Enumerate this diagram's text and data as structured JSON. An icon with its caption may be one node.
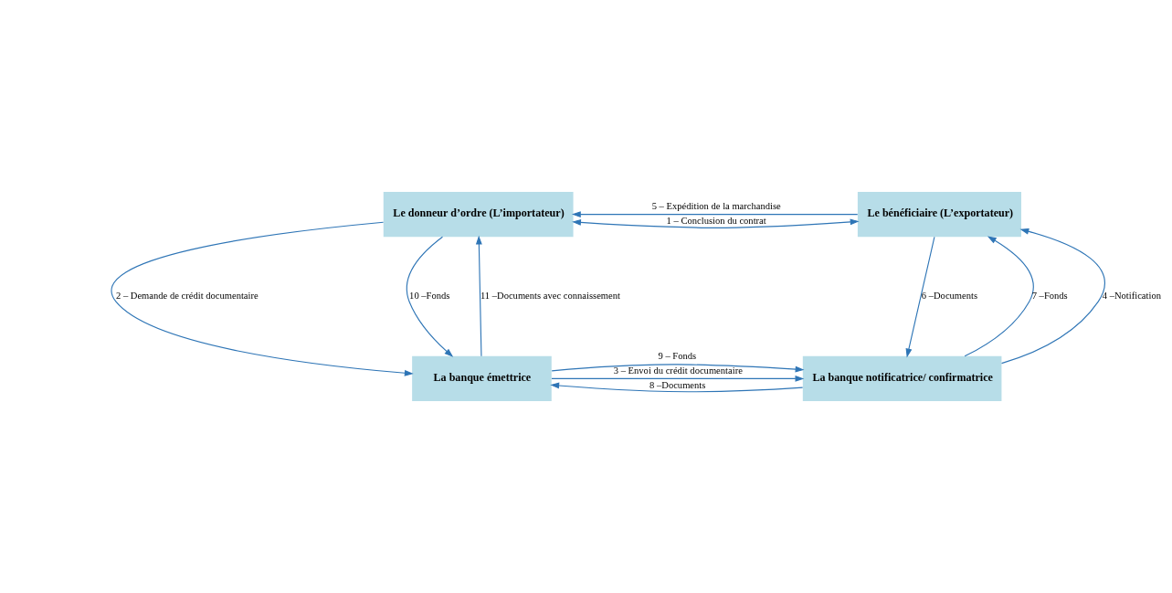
{
  "diagram": {
    "nodes": [
      {
        "text": [
          "Le donneur d’ordre (L’importateur)"
        ]
      },
      {
        "text": [
          "Le bénéficiaire (L’exportateur)"
        ]
      },
      {
        "text": [
          "La banque émettrice"
        ]
      },
      {
        "text": [
          "La banque notificatrice/ confirmatrice"
        ]
      }
    ],
    "edges": [
      {
        "from": 0,
        "to": 1,
        "arrow": "both",
        "label": "1 – Conclusion du contrat"
      },
      {
        "from": 1,
        "to": 0,
        "arrow": "to",
        "label": "5 – Expédition de la marchandise"
      },
      {
        "from": 0,
        "to": 2,
        "arrow": "to",
        "label": "2 – Demande de crédit documentaire"
      },
      {
        "from": 2,
        "to": 0,
        "arrow": "to",
        "label": "11 –Documents avec connaissement"
      },
      {
        "from": 0,
        "to": 2,
        "arrow": "to",
        "label": "10 –Fonds"
      },
      {
        "from": 3,
        "to": 1,
        "arrow": "to",
        "label": "7 –Fonds"
      },
      {
        "from": 1,
        "to": 3,
        "arrow": "to",
        "label": "6 –Documents"
      },
      {
        "from": 3,
        "to": 1,
        "arrow": "to",
        "label": "4 –Notification"
      },
      {
        "from": 2,
        "to": 3,
        "arrow": "to",
        "label": "9 – Fonds"
      },
      {
        "from": 3,
        "to": 2,
        "arrow": "to",
        "label": "8 –Documents"
      },
      {
        "from": 2,
        "to": 3,
        "arrow": "to",
        "label": "3 – Envoi du crédit documentaire"
      }
    ]
  }
}
